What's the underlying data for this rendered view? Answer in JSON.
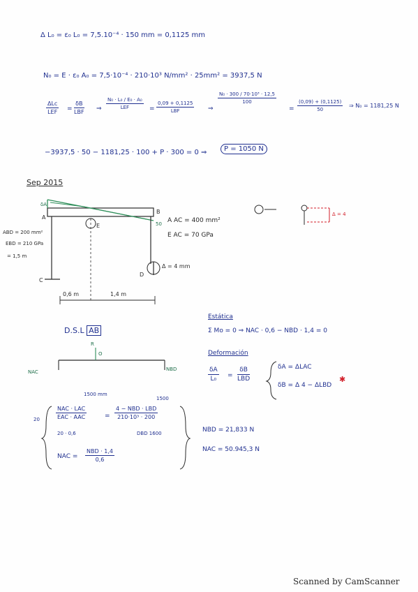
{
  "eq1": "Δ L₀ = ε₀ L₀ = 7,5.10⁻⁴ · 150 mm = 0,1125 mm",
  "eq2": "N₀ = E · ε₀ A₀ = 7,5·10⁻⁴ · 210·10³ N/mm² · 25mm² = 3937,5 N",
  "eq3": {
    "f1_num": "ΔLc",
    "f1_den": "LEF",
    "f2_num": "δB",
    "f2_den": "LBF",
    "arrow": "⇒",
    "f3_num": "N₀ · L₀ / E₀ · A₀",
    "f3_den": "LEF",
    "f4_num": "0,09 + 0,1125",
    "f4_den": "LBF",
    "f5_num": "N₀ · 300 / 70·10³ · 12,5",
    "f5_den": "100",
    "eq": "=",
    "f6_num": "(0,09) + (0,1125)",
    "f6_den": "50",
    "result": "⇒ N₀ = 1181,25 N"
  },
  "eq4": "−3937,5 · 50 − 1181,25 · 100 + P · 300 = 0 ⇒",
  "eq4_boxed": "P = 1050 N",
  "section": "Sep 2015",
  "diagram": {
    "dA": "δA",
    "A": "A",
    "B": "B",
    "C": "C",
    "D": "D",
    "E": "E",
    "p50": "50",
    "aac": "A AC = 400 mm²",
    "eac": "E AC = 70 GPa",
    "abd": "ABD = 200 mm²",
    "ebd": "EBD = 210 GPa",
    "len": "= 1,5 m",
    "delta": "Δ = 4 mm",
    "d1": "0,6 m",
    "d2": "1,4 m",
    "small_delta": "Δ = 4"
  },
  "dsl": "D.S.L",
  "dsl_box": "AB",
  "fbd": {
    "nac": "NAC",
    "nbd": "NBD",
    "r": "R",
    "o": "O"
  },
  "estatica_title": "Estática",
  "estatica_eq": "Σ Mo = 0 ⇒  NAC · 0,6 − NBD · 1,4 = 0",
  "deform_title": "Deformación",
  "compat": {
    "f_num1": "δA",
    "f_den1": "L₀",
    "eq": "=",
    "f_num2": "δB",
    "f_den2": "LBD",
    "c1": "δA = ΔLAC",
    "c2": "δB = Δ 4 − ΔLBD",
    "star": "✱"
  },
  "system": {
    "n1": "20",
    "top": "1500 mm",
    "top2": "1500",
    "l_num": "NAC · LAC",
    "l_den": "EAC · AAC",
    "l_sub": "20 · 0,6",
    "r_num": "4 − NBD · LBD",
    "r_den": "210·10³ · 200",
    "r_sub": "DBD 1600",
    "eq": "=",
    "last_lhs": "NAC =",
    "last_num": "NBD · 1,4",
    "last_den": "0,6"
  },
  "results": {
    "nbd": "NBD = 21,833 N",
    "nac": "NAC = 50.945,3 N"
  },
  "footer": "Scanned by CamScanner"
}
